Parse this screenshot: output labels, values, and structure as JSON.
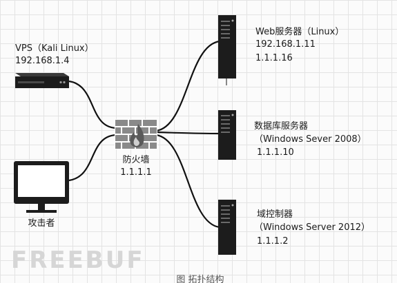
{
  "nodes": {
    "vps": {
      "name": "VPS（Kali Linux）",
      "ip": "192.168.1.4"
    },
    "attacker": {
      "name": "攻击者"
    },
    "firewall": {
      "name": "防火墙",
      "ip": "1.1.1.1"
    },
    "web_server": {
      "name": "Web服务器（Linux）",
      "ip_1": "192.168.1.11",
      "ip_2": "1.1.1.16"
    },
    "db_server": {
      "name": "数据库服务器",
      "os": "（Windows Sever 2008）",
      "ip": "1.1.1.10"
    },
    "domain_controller": {
      "name": "域控制器",
      "os": "（Windows Server 2012）",
      "ip": "1.1.1.2"
    }
  },
  "watermark": "FREEBUF",
  "caption": "图 拓扑结构",
  "colors": {
    "line": "#111111",
    "device": "#1c1c1c",
    "firewall_brick": "#8a8a8a",
    "grid": "#e3e3e3"
  }
}
